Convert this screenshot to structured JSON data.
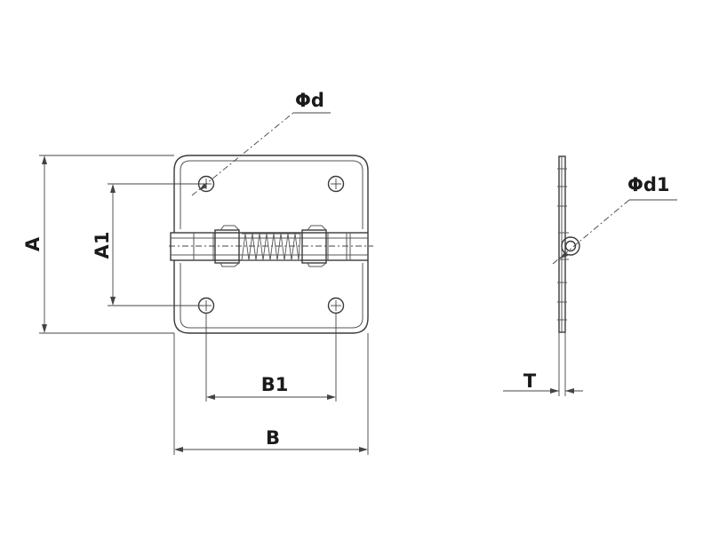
{
  "labels": {
    "phi_d": "Φd",
    "phi_d1": "Φd1",
    "A": "A",
    "A1": "A1",
    "B": "B",
    "B1": "B1",
    "T": "T"
  },
  "colors": {
    "line": "#3a3a3a",
    "text": "#1a1a1a",
    "background": "#ffffff"
  }
}
